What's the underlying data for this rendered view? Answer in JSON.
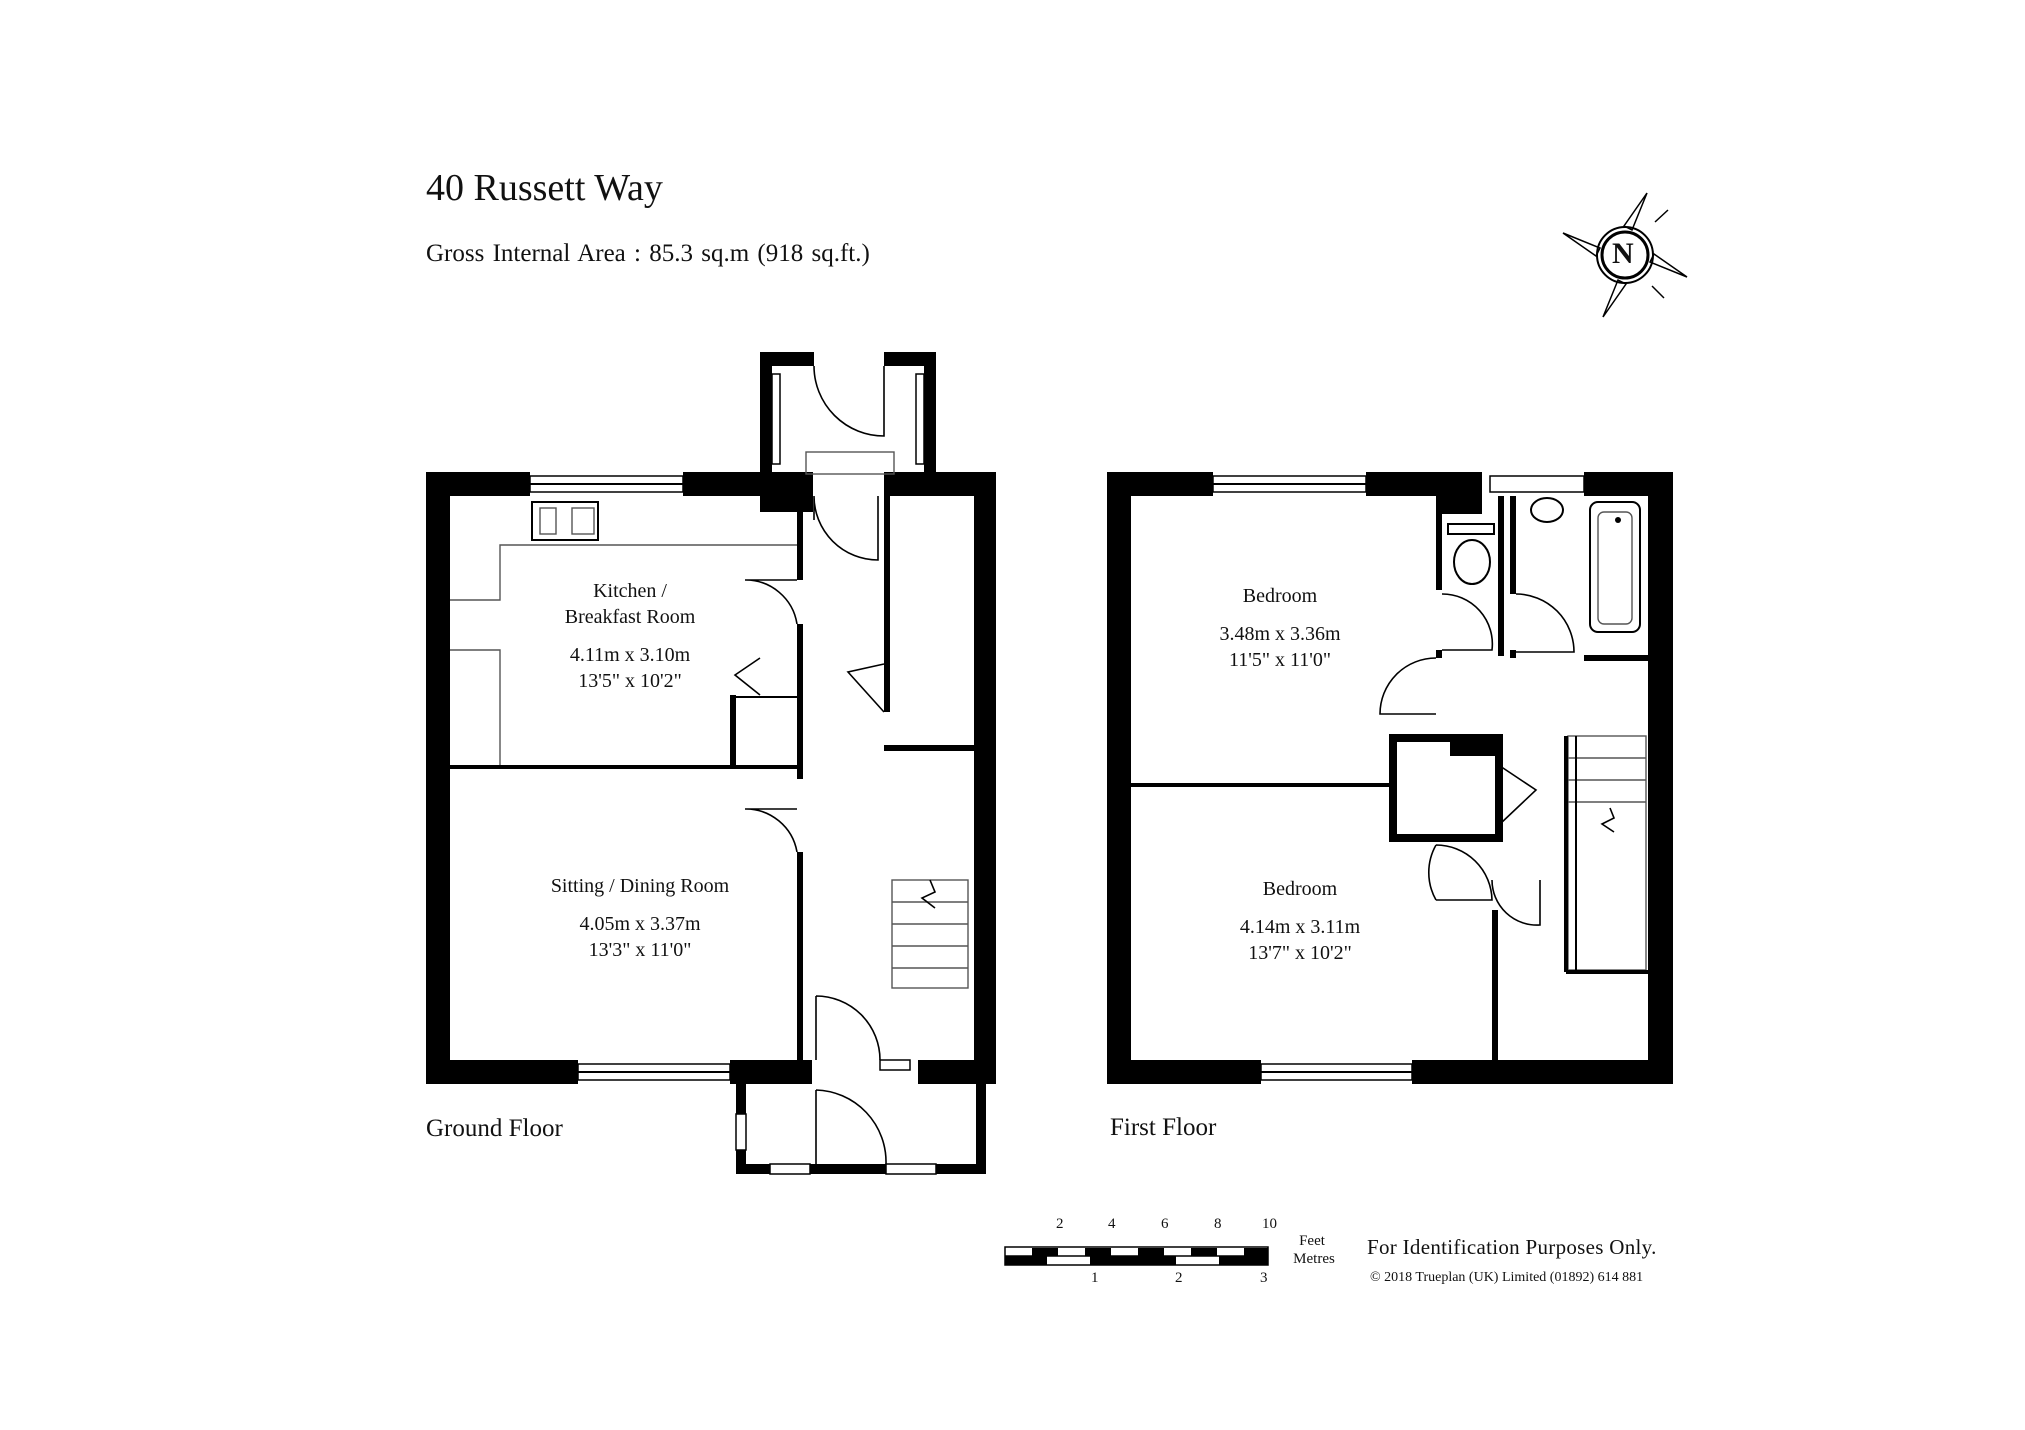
{
  "property": {
    "title": "40 Russett Way",
    "gross_internal_area": "Gross Internal Area  :  85.3 sq.m   (918 sq.ft.)"
  },
  "compass": {
    "letter": "N",
    "icon": "north-compass-icon"
  },
  "ground_floor": {
    "label": "Ground Floor",
    "rooms": [
      {
        "name_line1": "Kitchen /",
        "name_line2": "Breakfast Room",
        "metric": "4.11m  x  3.10m",
        "imperial": "13'5\"  x  10'2\""
      },
      {
        "name_line1": "Sitting / Dining Room",
        "metric": "4.05m  x  3.37m",
        "imperial": "13'3\"  x  11'0\""
      }
    ]
  },
  "first_floor": {
    "label": "First Floor",
    "rooms": [
      {
        "name_line1": "Bedroom",
        "metric": "3.48m  x  3.36m",
        "imperial": "11'5\"  x  11'0\""
      },
      {
        "name_line1": "Bedroom",
        "metric": "4.14m  x  3.11m",
        "imperial": "13'7\"  x  10'2\""
      }
    ]
  },
  "scale_bar": {
    "feet_ticks": [
      "2",
      "4",
      "6",
      "8",
      "10"
    ],
    "metre_ticks": [
      "1",
      "2",
      "3"
    ],
    "feet_label": "Feet",
    "metres_label": "Metres"
  },
  "footer": {
    "notice": "For Identification Purposes Only.",
    "copyright": "© 2018 Trueplan (UK) Limited  (01892) 614 881"
  }
}
